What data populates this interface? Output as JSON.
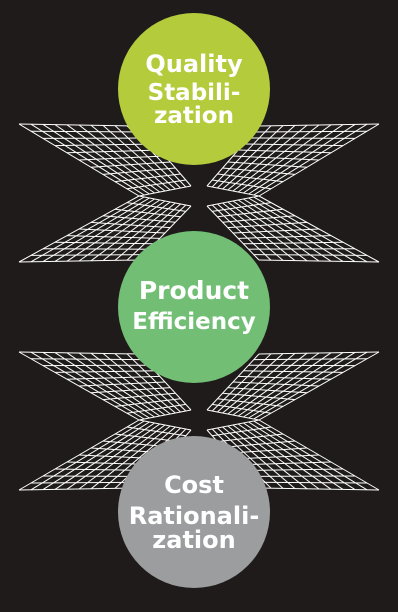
{
  "circles": {
    "quality": {
      "line1": "Quality",
      "line2": "Stabili-",
      "line3": "zation",
      "color": "#b4cb3c"
    },
    "product": {
      "line1": "Product",
      "line2": "Efficiency",
      "color": "#71be74"
    },
    "cost": {
      "line1": "Cost",
      "line2": "Rationali-",
      "line3": "zation",
      "color": "#9c9d9f"
    }
  },
  "colors": {
    "background": "#201b1b",
    "mesh": "#ffffff"
  }
}
